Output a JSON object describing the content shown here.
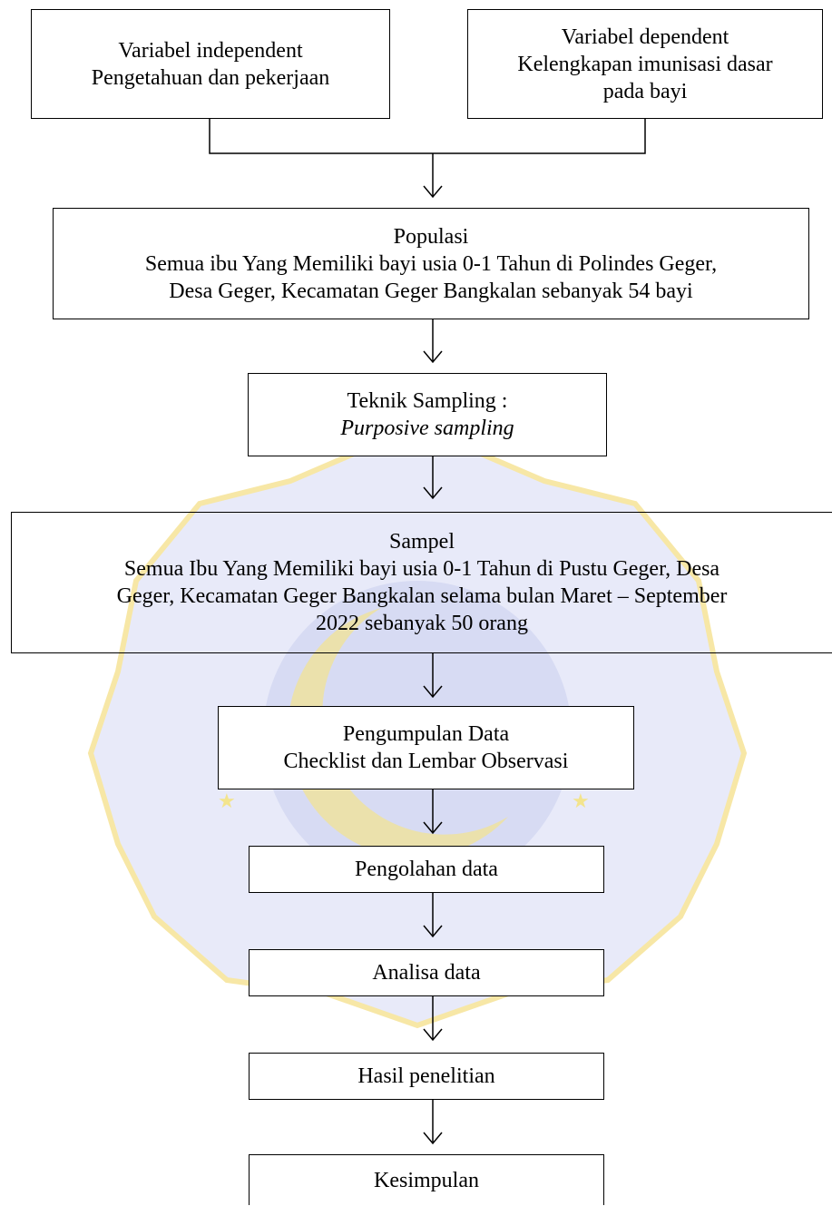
{
  "flowchart": {
    "independent": {
      "lines": [
        "Variabel independent",
        "Pengetahuan dan pekerjaan"
      ]
    },
    "dependent": {
      "lines": [
        "Variabel dependent",
        "Kelengkapan imunisasi dasar",
        "pada bayi"
      ]
    },
    "population": {
      "lines": [
        "Populasi",
        "Semua ibu Yang Memiliki bayi usia 0-1 Tahun di Polindes Geger,",
        "Desa Geger, Kecamatan Geger Bangkalan sebanyak 54 bayi"
      ]
    },
    "sampling": {
      "lines": [
        "Teknik Sampling :",
        "Purposive sampling"
      ]
    },
    "sample": {
      "lines": [
        "Sampel",
        "Semua Ibu Yang Memiliki bayi usia 0-1 Tahun di Pustu Geger, Desa",
        "Geger, Kecamatan Geger Bangkalan selama bulan Maret – September",
        "2022 sebanyak 50 orang"
      ]
    },
    "collection": {
      "lines": [
        "Pengumpulan Data",
        "Checklist dan Lembar Observasi"
      ]
    },
    "processing": {
      "label": "Pengolahan data"
    },
    "analysis": {
      "label": "Analisa data"
    },
    "results": {
      "label": "Hasil penelitian"
    },
    "conclusion": {
      "label": "Kesimpulan"
    }
  },
  "watermark": {
    "color": "#c9cdef",
    "ring_color": "#f7e7a6"
  }
}
